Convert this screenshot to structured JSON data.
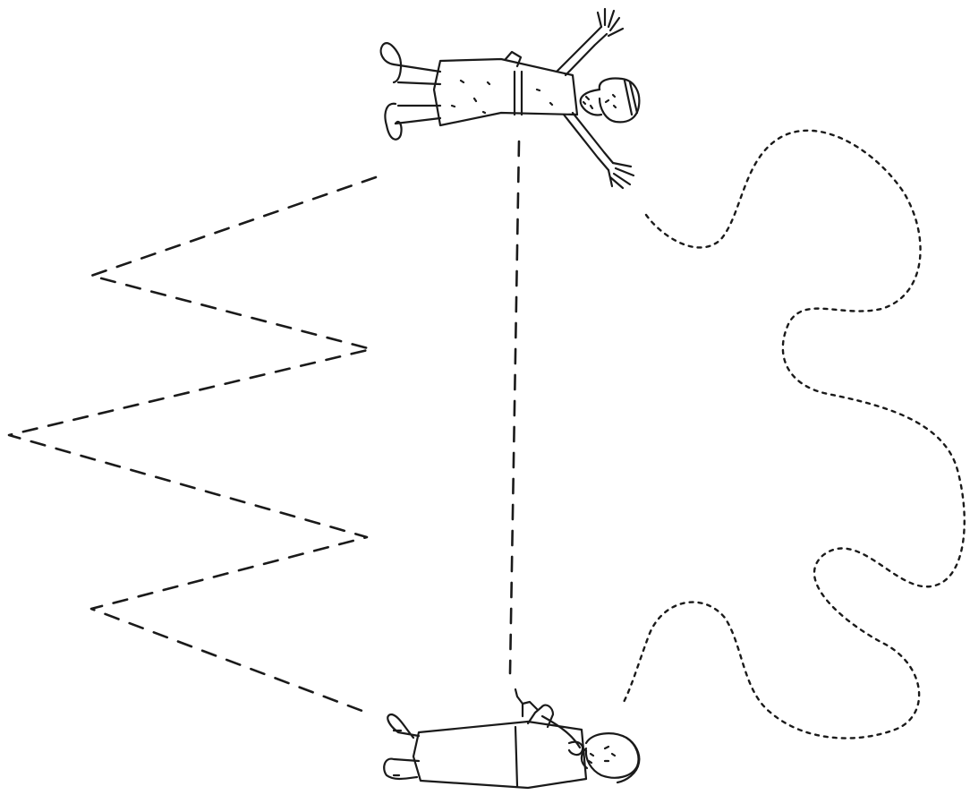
{
  "page": {
    "background_color": "#ffffff",
    "ink_color": "#1a1a1a"
  },
  "paths": {
    "zigzag": {
      "style": "dashed"
    },
    "center_line": {
      "style": "dashed"
    },
    "wavy_cloud": {
      "style": "dotted"
    }
  },
  "figures": {
    "top_figure": {
      "pose": "arms-raised",
      "clothing": "tunic"
    },
    "bottom_figure": {
      "pose": "pointing",
      "clothing": "robe"
    }
  }
}
